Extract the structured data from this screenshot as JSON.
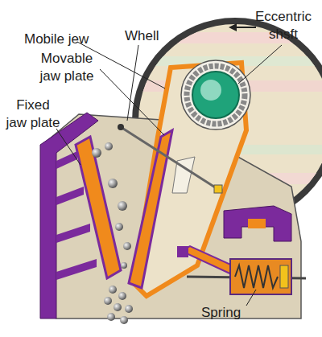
{
  "diagram": {
    "labels": [
      "Mobile jew",
      "Whell",
      "Eccentric shsft",
      "Movable jaw plate",
      "Fixed jaw plate",
      "Spring"
    ]
  }
}
